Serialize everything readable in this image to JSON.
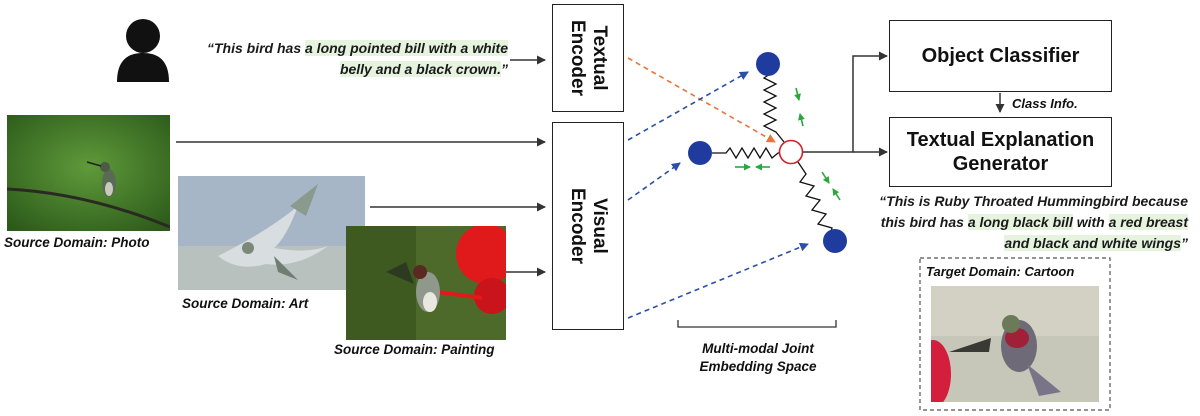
{
  "user_quote": {
    "open": "“This bird has ",
    "highlight": "a long pointed bill with a white belly and a black crown.",
    "close": "”"
  },
  "encoders": {
    "textual_line1": "Textual",
    "textual_line2": "Encoder",
    "visual_line1": "Visual",
    "visual_line2": "Encoder"
  },
  "sources": {
    "photo": "Source Domain: Photo",
    "art": "Source Domain: Art",
    "painting": "Source Domain: Painting"
  },
  "embedding": {
    "label_line1": "Multi-modal Joint",
    "label_line2": "Embedding Space"
  },
  "classifier": {
    "label": "Object Classifier",
    "class_info": "Class Info."
  },
  "generator": {
    "line1": "Textual Explanation",
    "line2": "Generator"
  },
  "explanation": {
    "part1": "“This is Ruby Throated Hummingbird because this bird has ",
    "hl1": "a long black bill",
    "part2": " with ",
    "hl2": "a red breast and black and white wings",
    "close": "”"
  },
  "target": {
    "label": "Target Domain: Cartoon"
  },
  "colors": {
    "node": "#1f3b9e",
    "anchor": "#d0202a",
    "text_dash": "#e8743b",
    "visual_dash": "#2b4fa8",
    "pull_arrow": "#2aa83a",
    "highlight": "#e6f3df"
  }
}
